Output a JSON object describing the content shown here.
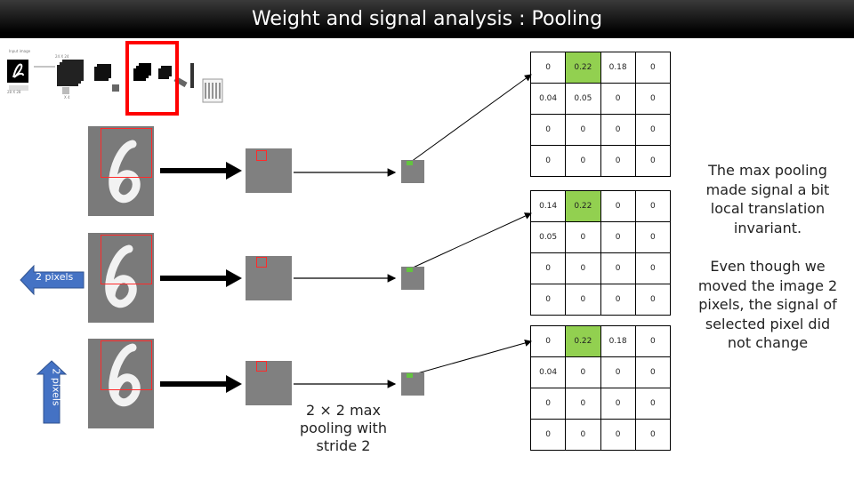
{
  "title": "Weight and signal analysis : Pooling",
  "cnn_thumbnail": {
    "labels": [
      "Input image",
      "28 X 28",
      "24 X 24",
      "X 4"
    ]
  },
  "shift_left_label": "2 pixels",
  "shift_up_label": "2 pixels",
  "pooling_caption": "2 × 2 max pooling with stride 2",
  "grids": [
    [
      [
        "0",
        "0.22",
        "0.18",
        "0"
      ],
      [
        "0.04",
        "0.05",
        "0",
        "0"
      ],
      [
        "0",
        "0",
        "0",
        "0"
      ],
      [
        "0",
        "0",
        "0",
        "0"
      ]
    ],
    [
      [
        "0.14",
        "0.22",
        "0",
        "0"
      ],
      [
        "0.05",
        "0",
        "0",
        "0"
      ],
      [
        "0",
        "0",
        "0",
        "0"
      ],
      [
        "0",
        "0",
        "0",
        "0"
      ]
    ],
    [
      [
        "0",
        "0.22",
        "0.18",
        "0"
      ],
      [
        "0.04",
        "0",
        "0",
        "0"
      ],
      [
        "0",
        "0",
        "0",
        "0"
      ],
      [
        "0",
        "0",
        "0",
        "0"
      ]
    ]
  ],
  "highlight_color": "#92d050",
  "note_translation": "The max pooling made signal a bit local translation invariant.",
  "note_moved": "Even though we moved the image 2 pixels, the signal of selected pixel did not change"
}
